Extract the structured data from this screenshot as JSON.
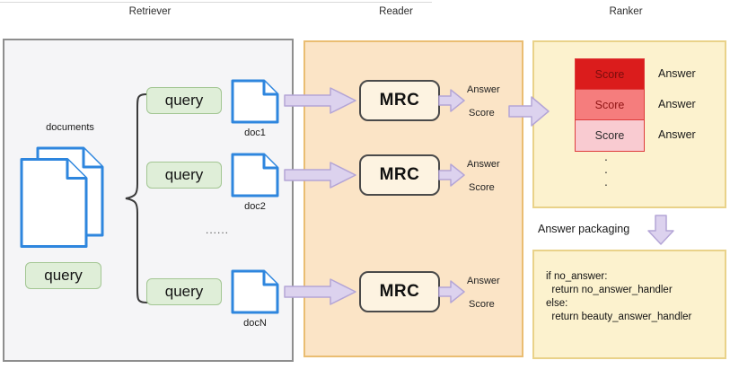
{
  "headers": {
    "retriever": "Retriever",
    "reader": "Reader",
    "ranker": "Ranker"
  },
  "retriever": {
    "documents_label": "documents",
    "base_query_label": "query",
    "ellipsis": "......",
    "rows": [
      {
        "query_label": "query",
        "doc_label": "doc1"
      },
      {
        "query_label": "query",
        "doc_label": "doc2"
      },
      {
        "query_label": "query",
        "doc_label": "docN"
      }
    ]
  },
  "reader": {
    "rows": [
      {
        "model_label": "MRC",
        "answer_label": "Answer",
        "score_label": "Score"
      },
      {
        "model_label": "MRC",
        "answer_label": "Answer",
        "score_label": "Score"
      },
      {
        "model_label": "MRC",
        "answer_label": "Answer",
        "score_label": "Score"
      }
    ]
  },
  "ranker": {
    "score_rows": [
      {
        "score_label": "Score",
        "answer_label": "Answer",
        "bg": "#db1c1c",
        "fg": "#7a0d0d"
      },
      {
        "score_label": "Score",
        "answer_label": "Answer",
        "bg": "#f57d7d",
        "fg": "#8f1414"
      },
      {
        "score_label": "Score",
        "answer_label": "Answer",
        "bg": "#f9cbd1",
        "fg": "#2b2b2b"
      }
    ],
    "vertical_dots": ".\n.\n.",
    "answer_packaging_label": "Answer packaging",
    "code_lines": [
      "if no_answer:",
      "  return no_answer_handler",
      "else:",
      "  return beauty_answer_handler"
    ]
  },
  "colors": {
    "retriever_panel_bg": "#f5f5f7",
    "retriever_panel_border": "#8e8e8e",
    "reader_panel_bg": "#fbe4c6",
    "reader_panel_border": "#eabd72",
    "ranker_panel_bg": "#fcf2ce",
    "ranker_panel_border": "#e9d289",
    "query_box_bg": "#dfeed8",
    "query_box_border": "#a3c693",
    "doc_icon_stroke": "#2e86de",
    "arrow_fill": "#dcd2ee",
    "arrow_stroke": "#b4a5d6",
    "score_stack_border": "#de3c3c",
    "mrc_box_bg": "#fdf3e1",
    "mrc_box_border": "#4a4a4a"
  }
}
